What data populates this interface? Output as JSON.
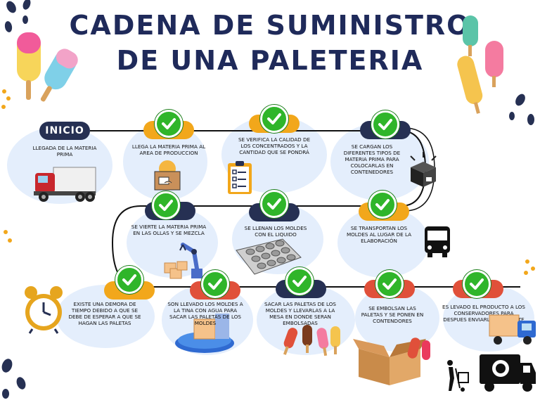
{
  "title": {
    "line1": "CADENA DE SUMINISTRO",
    "line2": "DE UNA PALETERIA"
  },
  "start_label": "INICIO",
  "steps": [
    {
      "text": "LLEGADA DE LA MATERIA PRIMA",
      "color": "#263053"
    },
    {
      "text": "LLEGA LA MATERIA PRIMA AL AREA DE PRODUCCION",
      "color": "#f2a71b"
    },
    {
      "text": "SE VERIFICA LA CALIDAD DE LOS CONCENTRADOS Y LA CANTIDAD QUE SE PONDRÁ",
      "color": "#f2a71b"
    },
    {
      "text": "SE  CARGAN LOS DIFERENTES TIPOS DE MATERIA PRIMA PARA COLOCARLAS EN CONTENEDORES",
      "color": "#263053"
    },
    {
      "text": "SE VIERTE LA MATERIA PRIMA EN LAS OLLAS Y SE MEZCLA",
      "color": "#263053"
    },
    {
      "text": "SE LLENAN LOS MOLDES CON EL LIQUIDO",
      "color": "#263053"
    },
    {
      "text": "SE TRANSPORTAN LOS MOLDES AL LUGAR DE LA ELABORACIÓN",
      "color": "#f2a71b"
    },
    {
      "text": "EXISTE UNA DEMORA DE TIEMPO DEBIDO A QUE SE DEBE DE ESPERAR  A QUE SE HAGAN LAS PALETAS",
      "color": "#f2a71b"
    },
    {
      "text": "SON LLEVADO LOS MOLDES A LA TINA CON AGUA PARA SACAR LAS PALETAS DE LOS MOLDES",
      "color": "#e0503a"
    },
    {
      "text": "SACAR LAS PALETAS DE LOS MOLDES Y LLEVARLAS A LA MESA EN DONDE SERAN EMBOLSADAS",
      "color": "#263053"
    },
    {
      "text": "SE EMBOLSAN LAS PALETAS Y SE PONEN EN CONTENDORES",
      "color": "#e0503a"
    },
    {
      "text": "ES LEVADO EL PRODUCTO A LOS CONSERVADORES PARA DESPUES ENVIARLO AL CLIENTE",
      "color": "#e0503a"
    }
  ],
  "icons": [
    "truck-icon",
    "worker-box-icon",
    "checklist-icon",
    "package-icon",
    "robot-arm-icon",
    "mold-tray-icon",
    "bus-icon",
    "alarm-clock-icon",
    "conveyor-icon",
    "popsicles-icon",
    "open-box-icon",
    "delivery-truck-icon"
  ],
  "colors": {
    "navy": "#263053",
    "orange": "#f2a71b",
    "red": "#e0503a",
    "green": "#2fb52a",
    "blob": "#e4eefc",
    "title": "#1f2a5a"
  }
}
